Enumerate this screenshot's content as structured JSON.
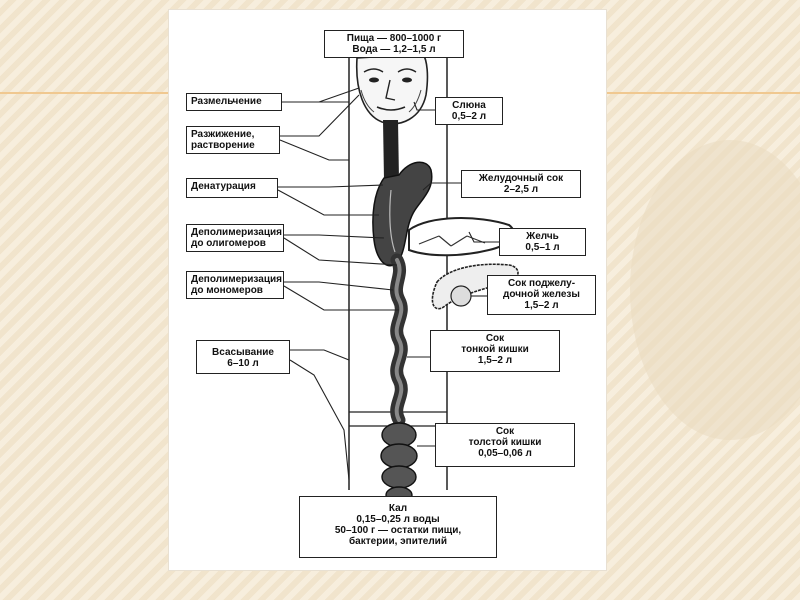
{
  "colors": {
    "background": "#f4e8d2",
    "accent": "#f0c890",
    "ink": "#222222"
  },
  "top_box": {
    "line1": "Пища — 800–1000 г",
    "line2": "Вода — 1,2–1,5 л"
  },
  "processes": [
    {
      "line1": "Размельчение",
      "line2": ""
    },
    {
      "line1": "Разжижение,",
      "line2": "растворение"
    },
    {
      "line1": "Денатурация",
      "line2": ""
    },
    {
      "line1": "Деполимеризация",
      "line2": "до олигомеров"
    },
    {
      "line1": "Деполимеризация",
      "line2": "до мономеров"
    },
    {
      "line1": "Всасывание",
      "line2": "6–10 л"
    }
  ],
  "secretions": [
    {
      "line1": "Слюна",
      "line2": "0,5–2 л",
      "line3": ""
    },
    {
      "line1": "Желудочный сок",
      "line2": "2–2,5 л",
      "line3": ""
    },
    {
      "line1": "Желчь",
      "line2": "0,5–1 л",
      "line3": ""
    },
    {
      "line1": "Сок поджелу-",
      "line2": "дочной железы",
      "line3": "1,5–2 л"
    },
    {
      "line1": "Сок",
      "line2": "тонкой кишки",
      "line3": "1,5–2 л"
    },
    {
      "line1": "Сок",
      "line2": "толстой кишки",
      "line3": "0,05–0,06 л"
    }
  ],
  "bottom_box": {
    "line1": "Кал",
    "line2": "0,15–0,25 л воды",
    "line3": "50–100 г — остатки пищи,",
    "line4": "бактерии, эпителий"
  }
}
